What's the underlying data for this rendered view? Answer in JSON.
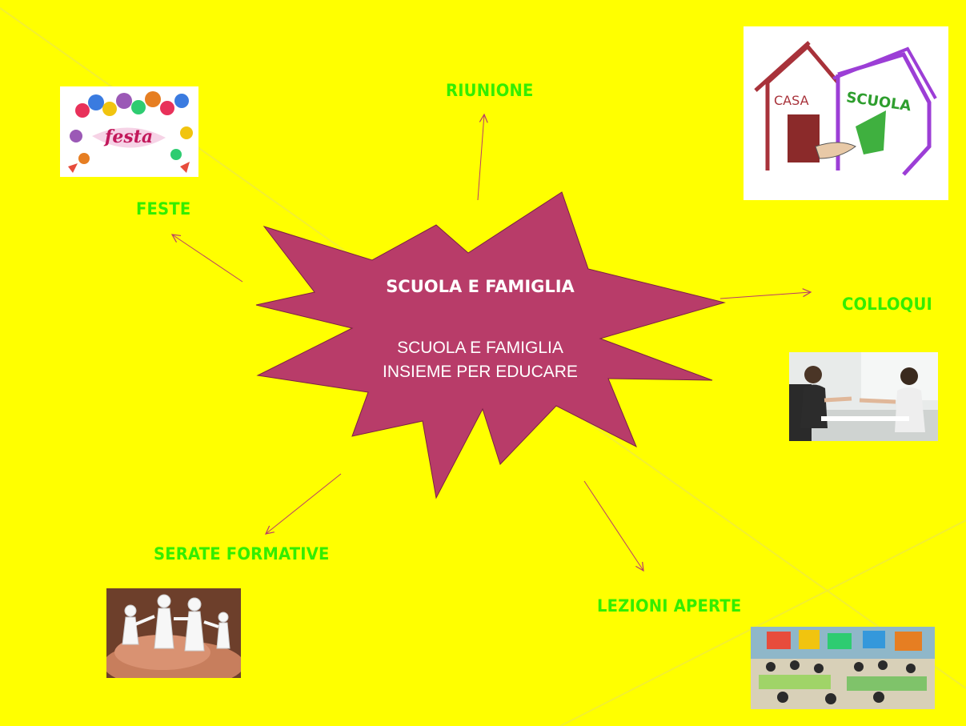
{
  "center": {
    "title": "SCUOLA E FAMIGLIA",
    "subtitle_line1": "SCUOLA E FAMIGLIA",
    "subtitle_line2": "INSIEME PER EDUCARE"
  },
  "nodes": {
    "riunione": "RIUNIONE",
    "feste": "FESTE",
    "colloqui": "COLLOQUI",
    "serate_formative": "SERATE  FORMATIVE",
    "lezioni_aperte": "LEZIONI APERTE"
  },
  "images": {
    "festa_word": "festa",
    "casa_word": "CASA",
    "scuola_word": "SCUOLA"
  },
  "colors": {
    "background": "#ffff00",
    "star_fill": "#b83c69",
    "label_green": "#33ee00",
    "arrow": "#b83c69"
  }
}
